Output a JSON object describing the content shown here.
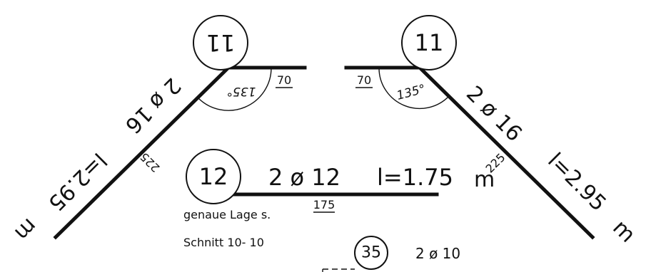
{
  "bars": {
    "left": {
      "mark": "11",
      "spec": "2 ø 16",
      "length": "l=2.95",
      "unit": "m",
      "leg": "225",
      "hook": "70",
      "angle": "135°"
    },
    "right": {
      "mark": "11",
      "spec": "2 ø 16",
      "length": "l=2.95",
      "unit": "m",
      "leg": "225",
      "hook": "70",
      "angle": "135°"
    },
    "middle": {
      "mark": "12",
      "spec": "2 ø 12",
      "length": "l=1.75",
      "unit": "m",
      "dim": "175"
    },
    "bottom": {
      "mark": "35",
      "spec": "2 ø 10"
    }
  },
  "notes": {
    "line1": "genaue Lage s.",
    "line2": "Schnitt 10- 10"
  }
}
